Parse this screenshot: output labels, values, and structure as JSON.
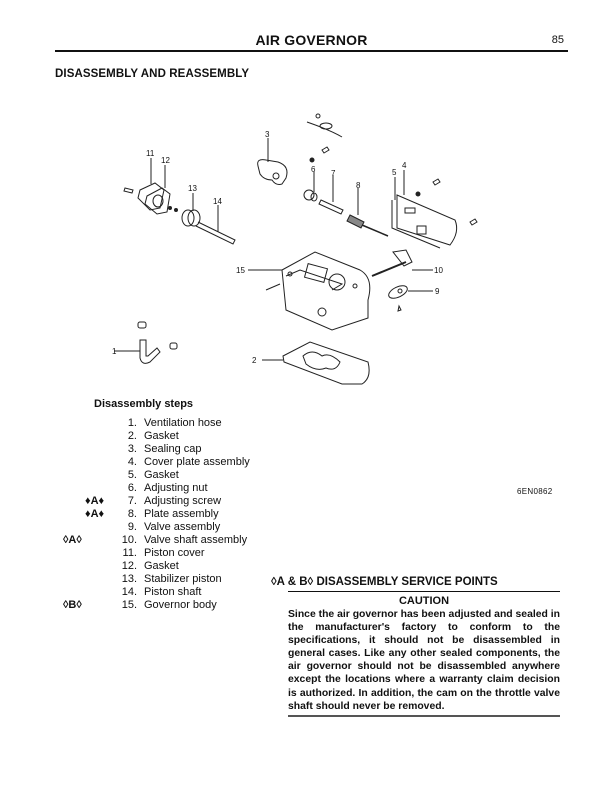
{
  "header": {
    "title": "AIR GOVERNOR",
    "page_number": "85"
  },
  "section": {
    "title": "DISASSEMBLY AND REASSEMBLY"
  },
  "diagram": {
    "code": "6EN0862",
    "callouts": [
      "1",
      "2",
      "3",
      "4",
      "5",
      "6",
      "7",
      "8",
      "9",
      "10",
      "11",
      "12",
      "13",
      "14",
      "15"
    ]
  },
  "steps": {
    "title": "Disassembly steps",
    "items": [
      {
        "mark": "",
        "num": "1.",
        "label": "Ventilation hose"
      },
      {
        "mark": "",
        "num": "2.",
        "label": "Gasket"
      },
      {
        "mark": "",
        "num": "3.",
        "label": "Sealing cap"
      },
      {
        "mark": "",
        "num": "4.",
        "label": "Cover plate assembly"
      },
      {
        "mark": "",
        "num": "5.",
        "label": "Gasket"
      },
      {
        "mark": "",
        "num": "6.",
        "label": "Adjusting nut"
      },
      {
        "mark": "♦A♦",
        "num": "7.",
        "label": "Adjusting screw"
      },
      {
        "mark": "♦A♦",
        "num": "8.",
        "label": "Plate assembly"
      },
      {
        "mark": "",
        "num": "9.",
        "label": "Valve assembly"
      },
      {
        "mark": "◊A◊",
        "num": "10.",
        "label": "Valve shaft assembly"
      },
      {
        "mark": "",
        "num": "11.",
        "label": "Piston cover"
      },
      {
        "mark": "",
        "num": "12.",
        "label": "Gasket"
      },
      {
        "mark": "",
        "num": "13.",
        "label": "Stabilizer piston"
      },
      {
        "mark": "",
        "num": "14.",
        "label": "Piston shaft"
      },
      {
        "mark": "◊B◊",
        "num": "15.",
        "label": "Governor body"
      }
    ]
  },
  "service_points": {
    "title": "◊A & B◊ DISASSEMBLY SERVICE POINTS",
    "caution_title": "CAUTION",
    "caution_text": "Since the air governor has been adjusted and sealed in the manufacturer's factory to conform to the specifications, it should not be disassembled in general cases. Like any other sealed components, the air governor should not be disassembled anywhere except the locations where a warranty claim decision is authorized. In addition, the cam on the throttle valve shaft should never be removed."
  }
}
